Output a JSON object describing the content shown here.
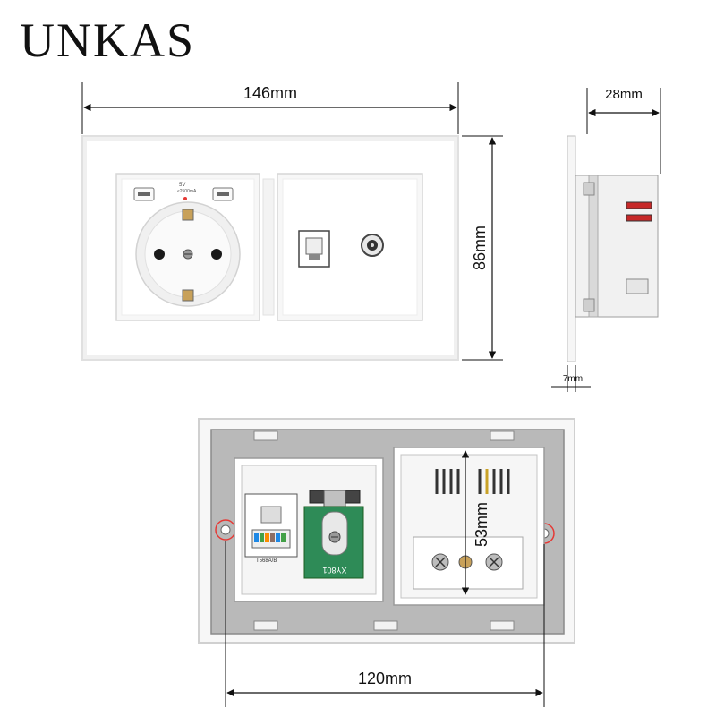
{
  "brand": "UNKAS",
  "dimensions": {
    "front_width": "146mm",
    "front_height": "86mm",
    "side_depth": "28mm",
    "side_thickness": "7mm",
    "back_module_height": "53mm",
    "back_mount_spacing": "120mm"
  },
  "module_labels": {
    "usb_rating_top": "5V",
    "usb_rating_bottom": "≤2500mA",
    "keystone_label": "T568A/B",
    "coax_label": "XY801"
  },
  "colors": {
    "panel": "#ffffff",
    "panel_edge": "#e2e2e2",
    "back_plate": "#b9b9b9",
    "coax_pcb": "#2e8b57",
    "indicator": "#e53935"
  }
}
